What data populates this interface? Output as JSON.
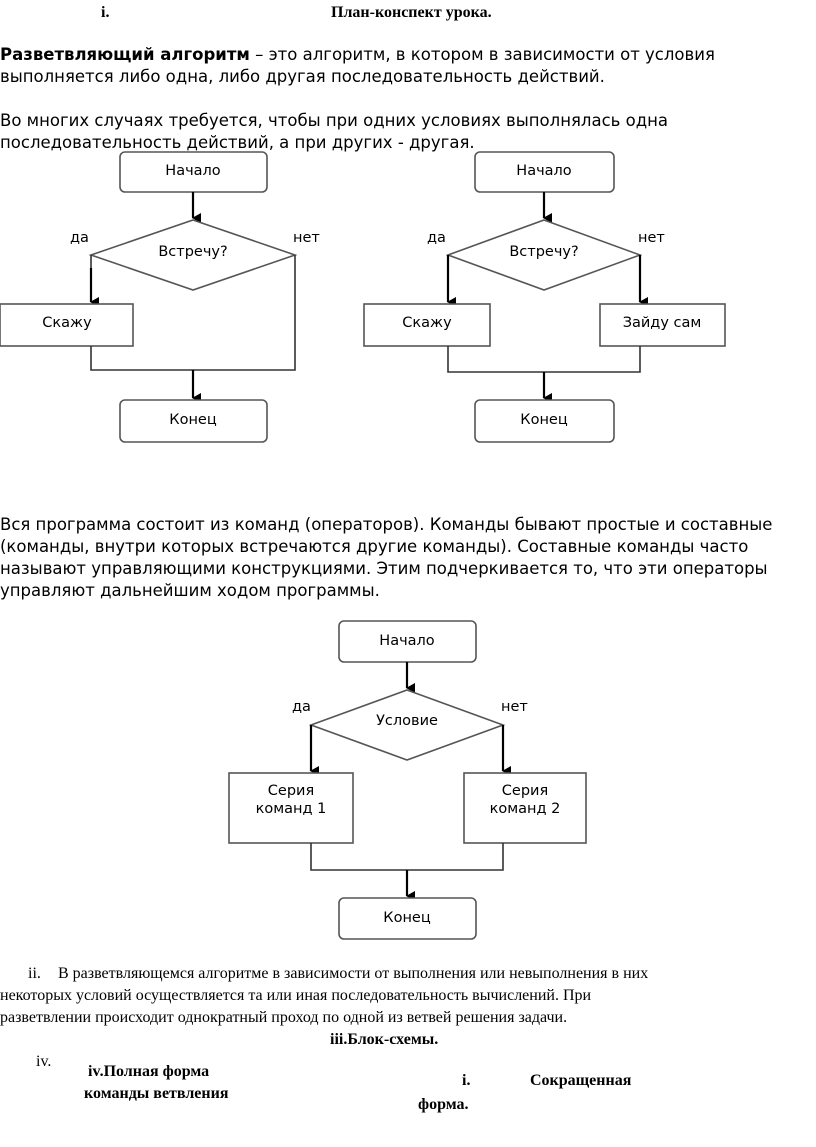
{
  "header": {
    "num": "i.",
    "title": "План-конспект урока."
  },
  "definition": {
    "term": "Разветвляющий алгоритм",
    "line1_rest": " – это алгоритм, в котором в зависимости от условия",
    "line2": "выполняется либо одна, либо другая последовательность действий."
  },
  "intro": {
    "line1": "Во многих случаях требуется, чтобы при одних условиях выполнялась одна",
    "line2": "последовательность действий, а при других - другая."
  },
  "flow_left": {
    "start": "Начало",
    "cond": "Встречу?",
    "yes": "да",
    "no": "нет",
    "action": "Скажу",
    "end": "Конец"
  },
  "flow_right": {
    "start": "Начало",
    "cond": "Встречу?",
    "yes": "да",
    "no": "нет",
    "action_yes": "Скажу",
    "action_no": "Зайду сам",
    "end": "Конец"
  },
  "program": {
    "line1": "Вся программа состоит из команд (операторов). Команды бывают простые и составные",
    "line2": "(команды, внутри которых встречаются другие команды). Составные команды часто",
    "line3": "называют управляющими конструкциями. Этим подчеркивается то, что эти операторы",
    "line4": "управляют дальнейшим ходом программы."
  },
  "flow_general": {
    "start": "Начало",
    "cond": "Условие",
    "yes": "да",
    "no": "нет",
    "series1_l1": "Серия",
    "series1_l2": "команд 1",
    "series2_l1": "Серия",
    "series2_l2": "команд 2",
    "end": "Конец"
  },
  "point2": {
    "num": "ii.",
    "line1": "В разветвляющемся алгоритме в зависимости от выполнения или невыполнения в них",
    "line2": "некоторых условий осуществляется та или иная последовательность вычислений. При",
    "line3": "разветвлении происходит однократный проход по одной из ветвей решения задачи."
  },
  "section3": {
    "title": "iii.Блок-схемы."
  },
  "bottom": {
    "num_iv": "iv.",
    "full_l1": "iv.Полная форма",
    "full_l2": "команды ветвления",
    "num_i": "i.",
    "short_l1": "Сокращенная",
    "short_l2": "форма."
  }
}
